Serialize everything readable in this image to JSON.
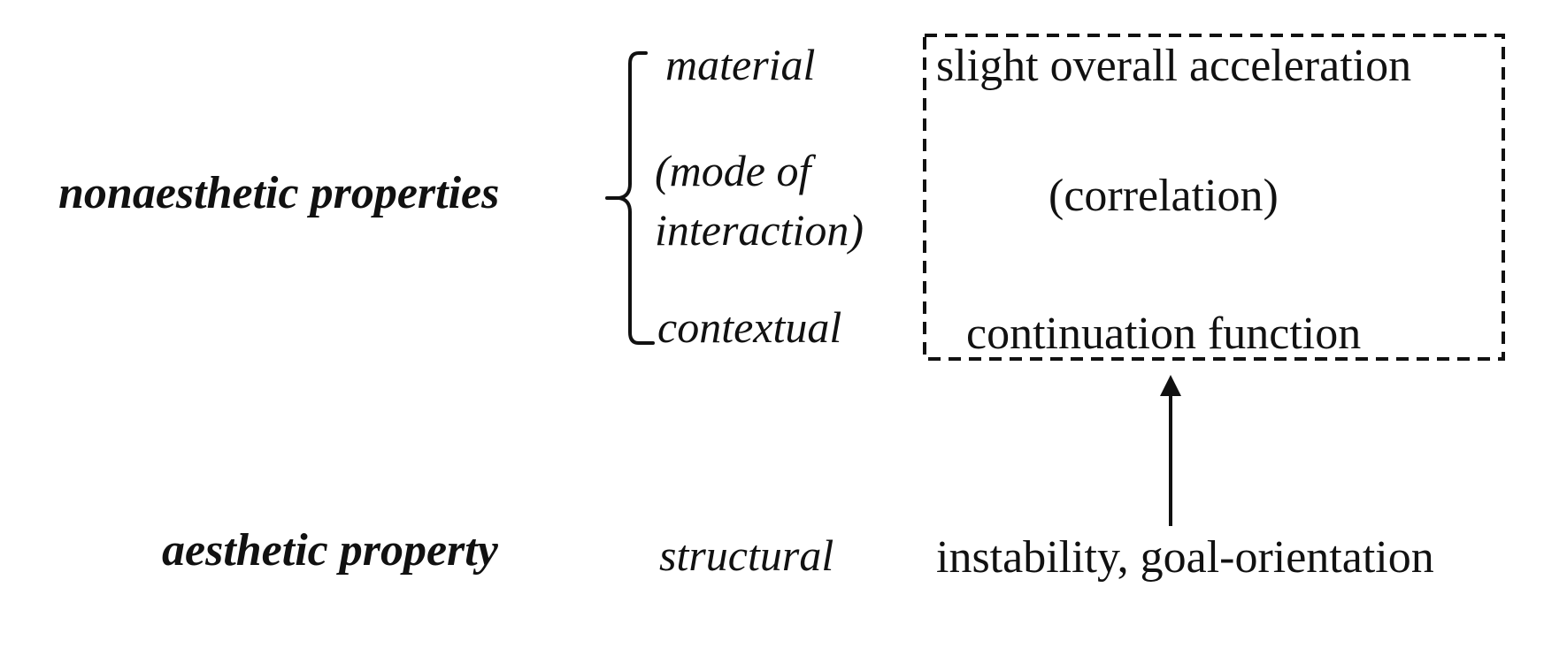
{
  "labels": {
    "nonaesthetic": "nonaesthetic properties",
    "aesthetic": "aesthetic property"
  },
  "categories": {
    "material": "material",
    "mode_line1": "(mode of",
    "mode_line2": "interaction)",
    "contextual": "contextual",
    "structural": "structural"
  },
  "box": {
    "acceleration": "slight overall acceleration",
    "correlation": "(correlation)",
    "continuation": "continuation function"
  },
  "target": {
    "instability": "instability, goal-orientation"
  },
  "colors": {
    "ink": "#111111",
    "background": "#ffffff"
  }
}
